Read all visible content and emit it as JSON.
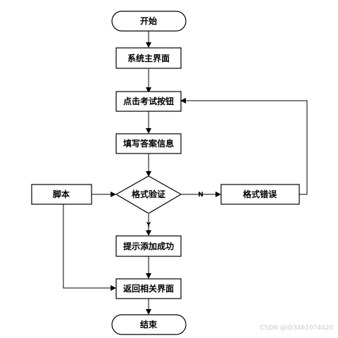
{
  "nodes": {
    "start": "开始",
    "main_ui": "系统主界面",
    "click_exam": "点击考试按钮",
    "fill_answer": "填写答案信息",
    "format_check": "格式验证",
    "format_error": "格式错误",
    "script": "脚本",
    "success": "提示添加成功",
    "return_page": "返回相关界面",
    "end": "结束"
  },
  "edges": {
    "no_label": "N",
    "yes_label": "Y"
  },
  "watermark": "CSDN @ID3461074420"
}
